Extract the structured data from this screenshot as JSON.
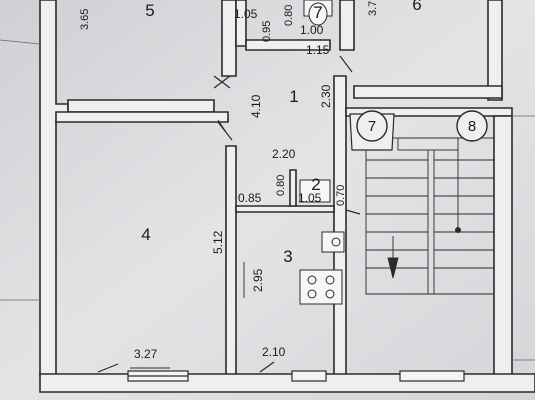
{
  "plan": {
    "rooms": [
      {
        "number": "5"
      },
      {
        "number": "6"
      },
      {
        "number": "7"
      },
      {
        "number": "1"
      },
      {
        "number": "4"
      },
      {
        "number": "2"
      },
      {
        "number": "3"
      }
    ],
    "dimensions": [
      "3.65",
      "1.05",
      "0.80",
      "0.95",
      "1.00",
      "1.15",
      "3.7",
      "4.10",
      "2.30",
      "2.20",
      "0.85",
      "0.80",
      "1.05",
      "0.70",
      "5.12",
      "2.95",
      "3.27",
      "2.10"
    ],
    "axis_markers": [
      "7",
      "8"
    ]
  }
}
